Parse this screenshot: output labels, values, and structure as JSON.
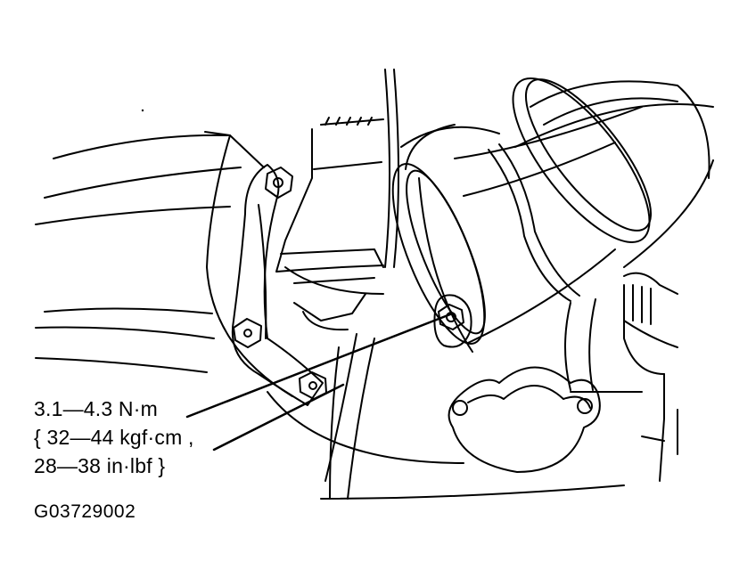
{
  "callout": {
    "line1": "3.1—4.3 N·m",
    "line2": "{ 32—44 kgf·cm ,",
    "line3": "28—38 in·lbf }"
  },
  "figure_id": "G03729002",
  "colors": {
    "ink": "#000000",
    "paper": "#ffffff"
  }
}
